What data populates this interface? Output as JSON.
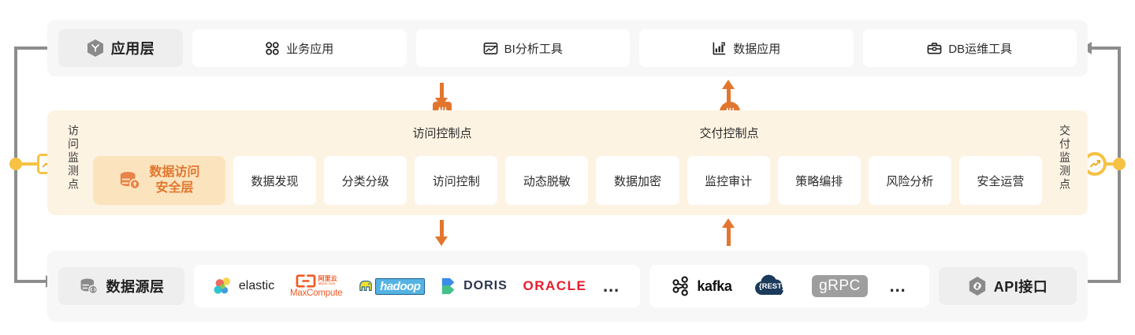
{
  "colors": {
    "accent_orange": "#e2762e",
    "arrow_orange": "#e2762e",
    "monitor_yellow": "#f5c244",
    "connector_gray": "#8d8d8d",
    "band_gray": "#f7f7f7",
    "band_cream": "#fdf3e2",
    "brand_chip": "#fbe4bd"
  },
  "application_layer": {
    "title": "应用层",
    "title_icon": "hexagon-cube-icon",
    "cards": [
      {
        "label": "业务应用",
        "icon": "four-dots-grid-icon"
      },
      {
        "label": "BI分析工具",
        "icon": "chart-window-icon"
      },
      {
        "label": "数据应用",
        "icon": "bar-chart-arrow-icon"
      },
      {
        "label": "DB运维工具",
        "icon": "toolbox-icon"
      }
    ]
  },
  "security_layer": {
    "left_vertical_label": "访问监测点",
    "right_vertical_label": "交付监测点",
    "left_monitor_icon": "trend-line-square-icon",
    "right_monitor_icon": "trend-line-circle-icon",
    "control_points": [
      {
        "label": "访问控制点",
        "icon": "sliders-square-icon",
        "arrow": "down"
      },
      {
        "label": "交付控制点",
        "icon": "sliders-circle-icon",
        "arrow": "up"
      }
    ],
    "brand": {
      "line1": "数据访问",
      "line2": "安全层",
      "icon": "database-lock-icon"
    },
    "capabilities": [
      "数据发现",
      "分类分级",
      "访问控制",
      "动态脱敏",
      "数据加密",
      "监控审计",
      "策略编排",
      "风险分析",
      "安全运营"
    ]
  },
  "source_layer": {
    "title": "数据源层",
    "title_icon": "database-code-icon",
    "datastores": [
      {
        "name": "elastic",
        "icon": "elastic-logo"
      },
      {
        "name": "MaxCompute",
        "sub_cn": "阿里云",
        "sub_url": "aliyun.com",
        "icon": "maxcompute-logo"
      },
      {
        "name": "hadoop",
        "icon": "hadoop-logo"
      },
      {
        "name": "DORIS",
        "icon": "doris-logo"
      },
      {
        "name": "ORACLE",
        "icon": "oracle-logo"
      },
      {
        "name": "…",
        "icon": "ellipsis-icon"
      }
    ],
    "interfaces": [
      {
        "name": "kafka",
        "icon": "kafka-logo"
      },
      {
        "name": "{REST}",
        "icon": "rest-cloud-logo"
      },
      {
        "name": "gRPC",
        "icon": "grpc-logo"
      },
      {
        "name": "…",
        "icon": "ellipsis-icon"
      }
    ],
    "api": {
      "label": "API接口",
      "icon": "hexagon-link-icon"
    }
  }
}
